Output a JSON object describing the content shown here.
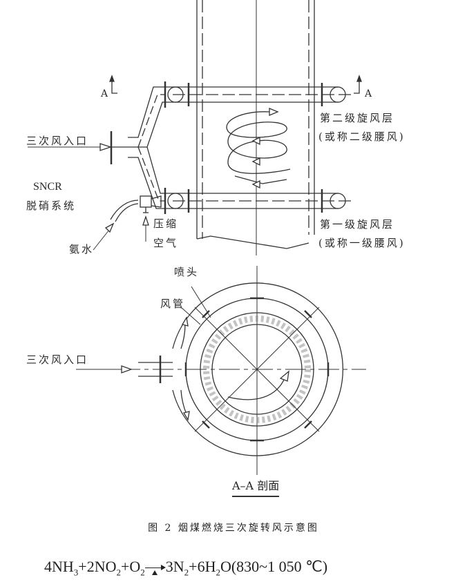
{
  "top_view": {
    "inlet_label": "三次风入口",
    "section_mark_left": "A",
    "section_mark_right": "A",
    "upper_layer_label": "第二级旋风层",
    "upper_layer_alias": "(或称二级腰风)",
    "lower_layer_label": "第一级旋风层",
    "lower_layer_alias": "(或称一级腰风)",
    "sncr_label": "SNCR",
    "sncr_system_label": "脱硝系统",
    "ammonia_label": "氨水",
    "compressed_label": "压缩",
    "air_label": "空气"
  },
  "section_view": {
    "nozzle_label": "喷头",
    "duct_label": "风管",
    "inlet_label": "三次风入口",
    "section_title": "A–A 剖面"
  },
  "caption": "图 2   烟煤燃烧三次旋转风示意图",
  "equation": {
    "p1": "4NH",
    "s1": "3",
    "p2": "+2NO",
    "s2": "2",
    "p3": "+O",
    "s3": "2",
    "p4": "3N",
    "s4": "2",
    "p5": "+6H",
    "s5": "2",
    "p6": "O(830~1 050 ℃)"
  }
}
